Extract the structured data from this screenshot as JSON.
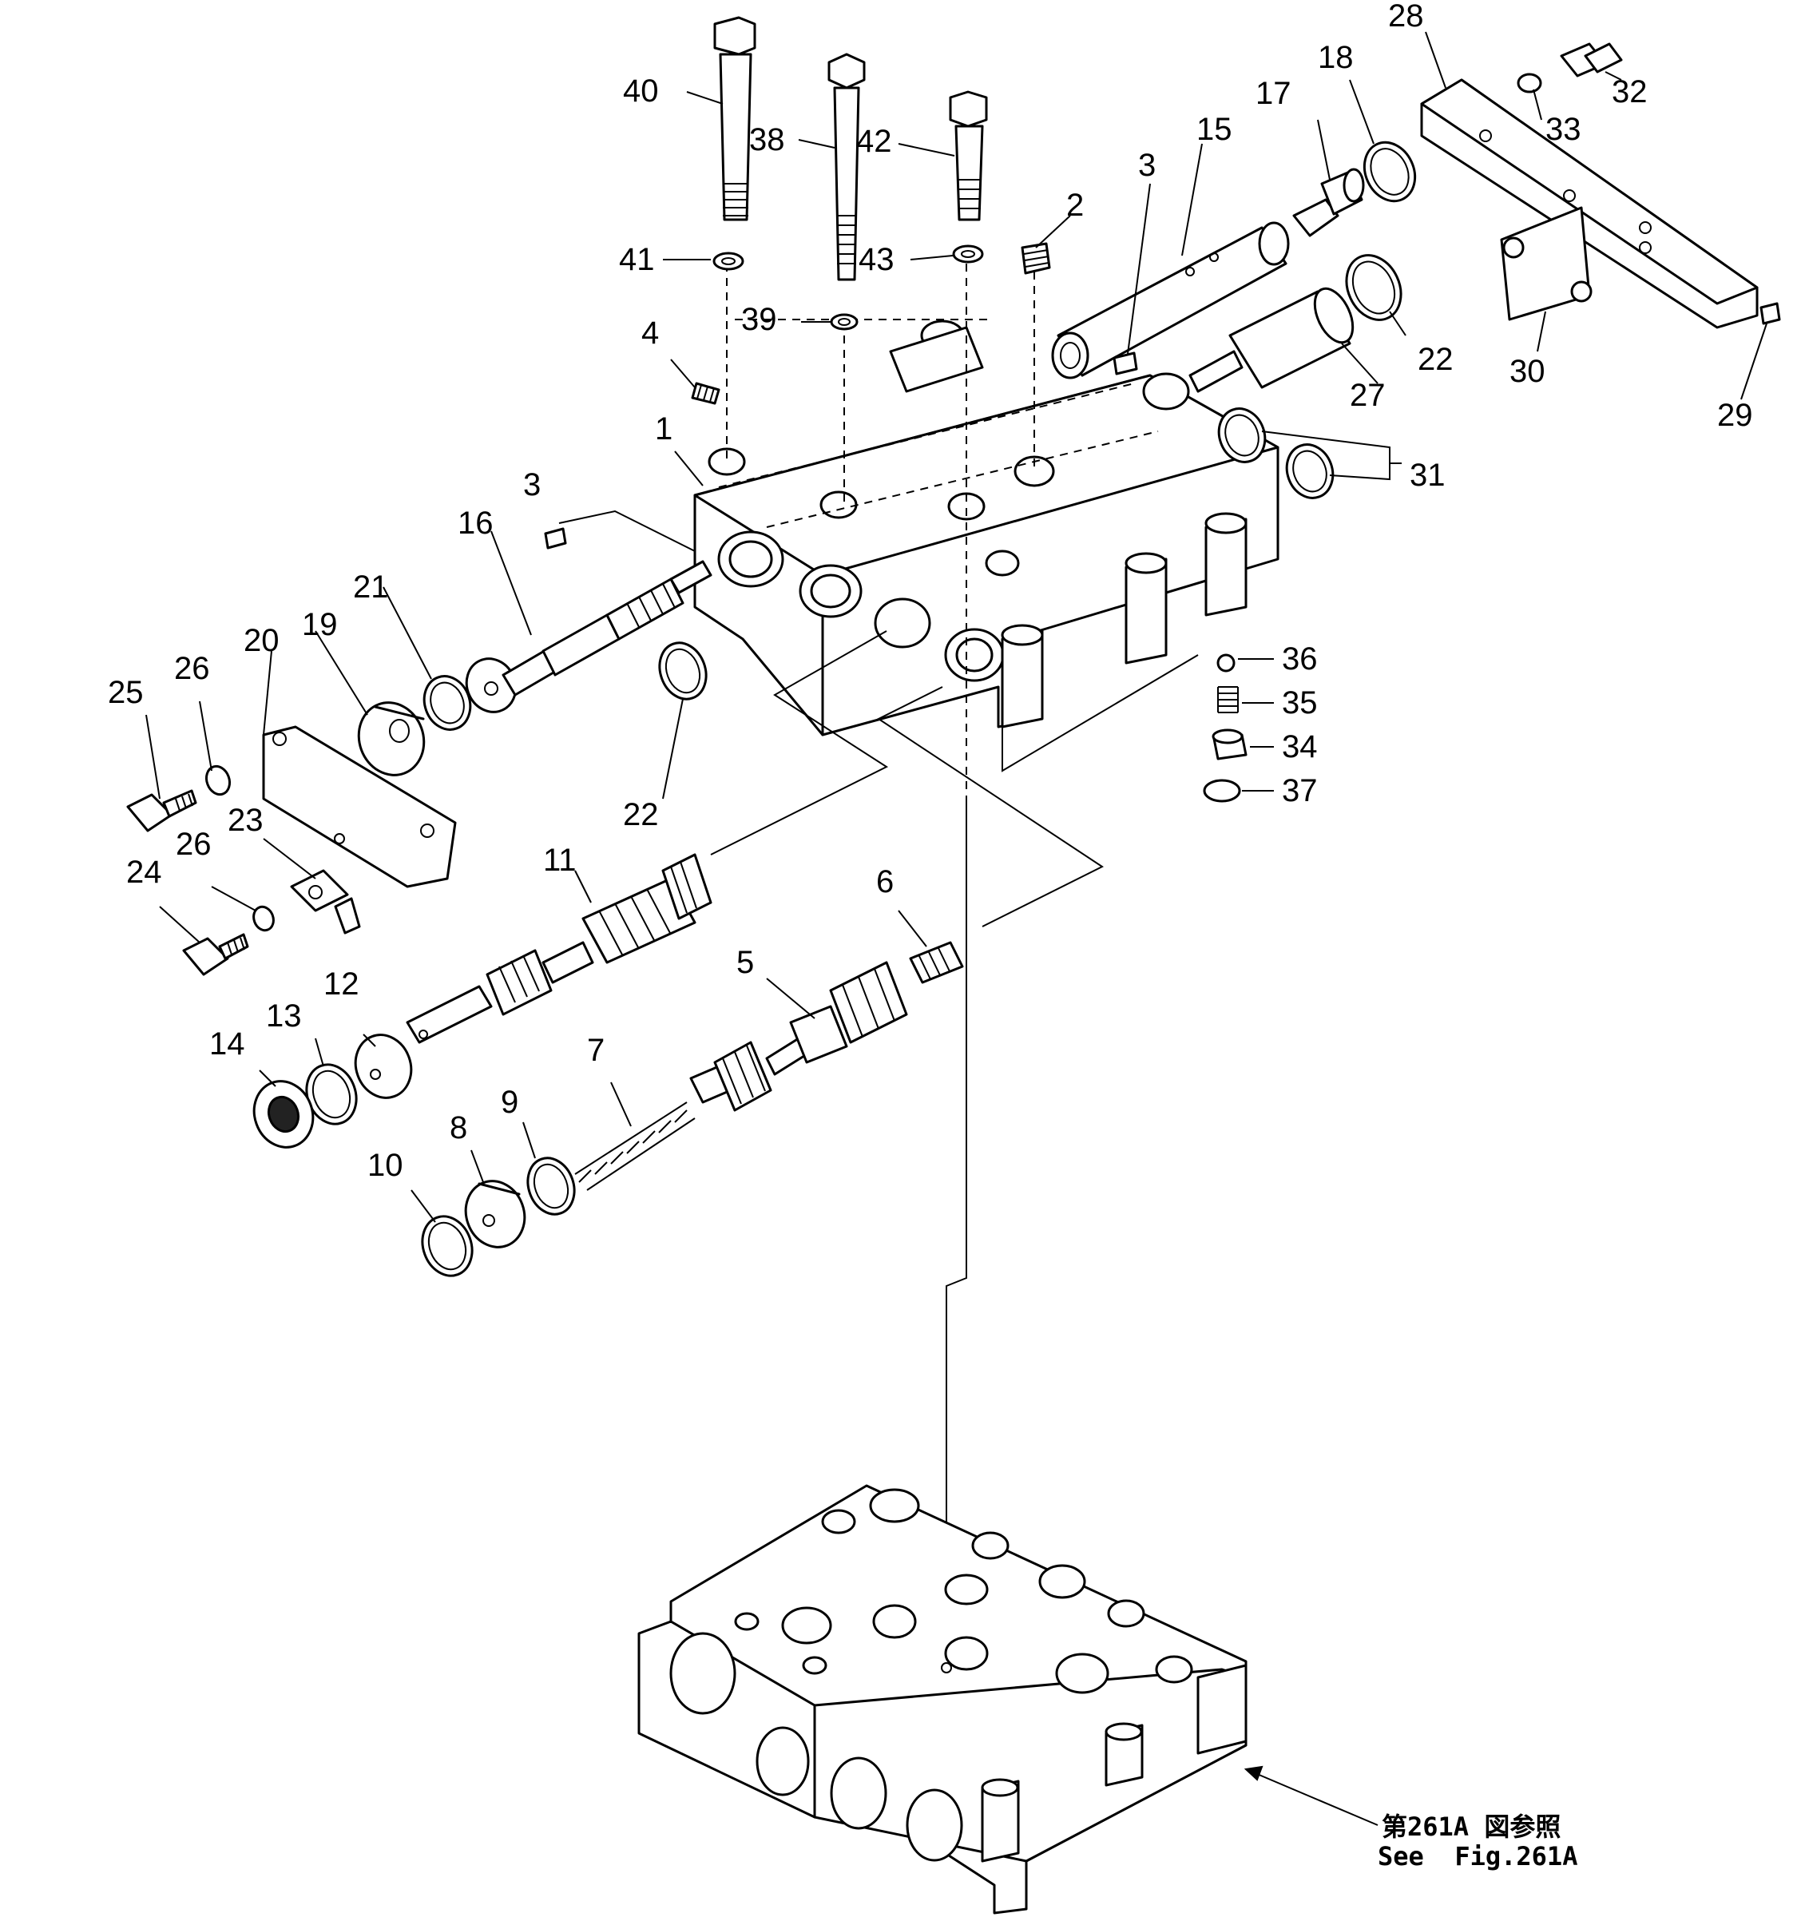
{
  "callouts": {
    "n1": "1",
    "n2": "2",
    "n3a": "3",
    "n3b": "3",
    "n4": "4",
    "n5": "5",
    "n6": "6",
    "n7": "7",
    "n8": "8",
    "n9": "9",
    "n10": "10",
    "n11": "11",
    "n12": "12",
    "n13": "13",
    "n14": "14",
    "n15": "15",
    "n16": "16",
    "n17": "17",
    "n18": "18",
    "n19": "19",
    "n20": "20",
    "n21": "21",
    "n22a": "22",
    "n22b": "22",
    "n23": "23",
    "n24": "24",
    "n25": "25",
    "n26a": "26",
    "n26b": "26",
    "n27": "27",
    "n28": "28",
    "n29": "29",
    "n30": "30",
    "n31": "31",
    "n32": "32",
    "n33": "33",
    "n34": "34",
    "n35": "35",
    "n36": "36",
    "n37": "37",
    "n38": "38",
    "n39": "39",
    "n40": "40",
    "n41": "41",
    "n42": "42",
    "n43": "43"
  },
  "reference_note": {
    "line1": "第261A 図参照",
    "line2": "See  Fig.261A"
  }
}
